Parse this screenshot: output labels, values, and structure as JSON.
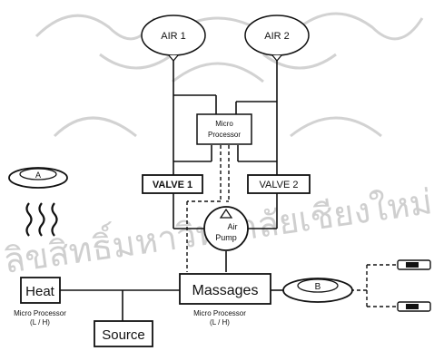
{
  "nodes": {
    "air1": "AIR 1",
    "air2": "AIR 2",
    "micro_processor_top_line1": "Micro",
    "micro_processor_top_line2": "Processor",
    "valve1": "VALVE 1",
    "valve2": "VALVE 2",
    "air_pump_line1": "Air",
    "air_pump_line2": "Pump",
    "heat": "Heat",
    "massages": "Massages",
    "source": "Source",
    "button_a": "A",
    "button_b": "B"
  },
  "captions": {
    "heat_mp_line1": "Micro Processor",
    "heat_mp_line2": "(L / H)",
    "massage_mp_line1": "Micro Processor",
    "massage_mp_line2": "(L / H)"
  },
  "colors": {
    "line": "#111111",
    "watermark": "#c9c9c9",
    "background": "#ffffff"
  },
  "watermark_text": "ลิขสิทธิ์มหาวิทยาลัยเชียงใหม่"
}
